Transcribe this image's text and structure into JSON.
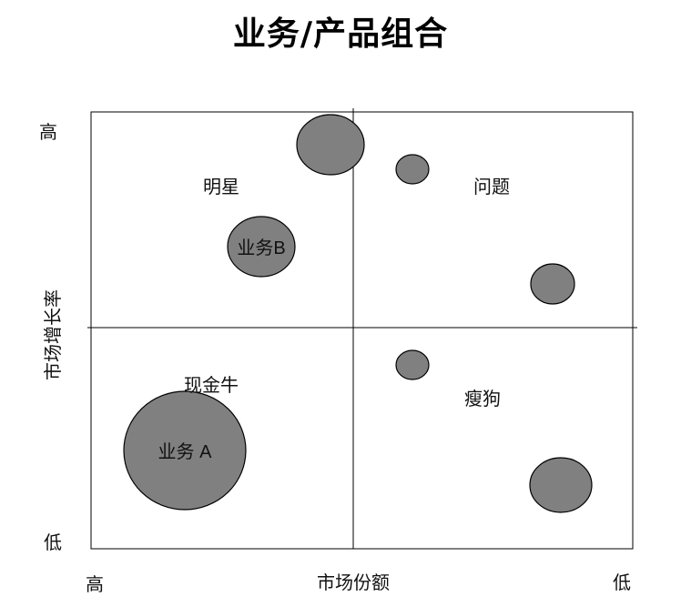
{
  "title": "业务/产品组合",
  "axes": {
    "y_label": "市场增长率",
    "y_high": "高",
    "y_low": "低",
    "x_label": "市场份额",
    "x_high": "高",
    "x_low": "低"
  },
  "quadrants": {
    "star": "明星",
    "question": "问题",
    "cash_cow": "现金牛",
    "dog": "瘦狗"
  },
  "bubbles": {
    "business_b": "业务B",
    "business_a": "业务 A"
  },
  "colors": {
    "bubble_fill": "#808080",
    "bubble_stroke": "#000000",
    "lines": "#000000"
  }
}
